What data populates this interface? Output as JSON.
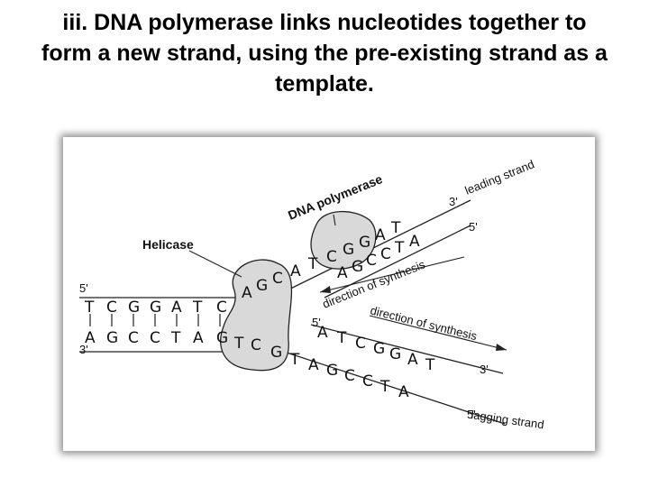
{
  "title": {
    "line1": "iii.  DNA polymerase links nucleotides together to",
    "line2": "form a new strand, using the pre-existing strand as a",
    "line3": "template."
  },
  "diagram": {
    "dna_polymerase": "DNA polymerase",
    "helicase": "Helicase",
    "leading_strand": "leading strand",
    "lagging_strand": "lagging strand",
    "dir_synth_upper": "direction of synthesis",
    "dir_synth_lower": "direction of synthesis",
    "end_5_left_top": "5'",
    "end_3_left_bottom": "3'",
    "end_3_leading": "3'",
    "end_5_upper_fork": "5'",
    "end_5_lower_fork": "5'",
    "end_3_lower": "3'",
    "end_5_lagging": "5'",
    "parent_top_bases": [
      "T",
      "C",
      "G",
      "G",
      "A",
      "T",
      "C"
    ],
    "parent_bottom_bases": [
      "A",
      "G",
      "C",
      "C",
      "T",
      "A",
      "G"
    ],
    "upper_template_bases": [
      "A",
      "G",
      "C",
      "A",
      "T",
      "C",
      "G",
      "G",
      "A",
      "T"
    ],
    "upper_new_bases": [
      "A",
      "G",
      "C",
      "C",
      "T",
      "A"
    ],
    "lower_template_bases": [
      "T",
      "C",
      "G",
      "T",
      "A",
      "G",
      "C",
      "C",
      "T",
      "A"
    ],
    "lower_new_bases": [
      "A",
      "T",
      "C",
      "G",
      "G",
      "A",
      "T"
    ]
  }
}
